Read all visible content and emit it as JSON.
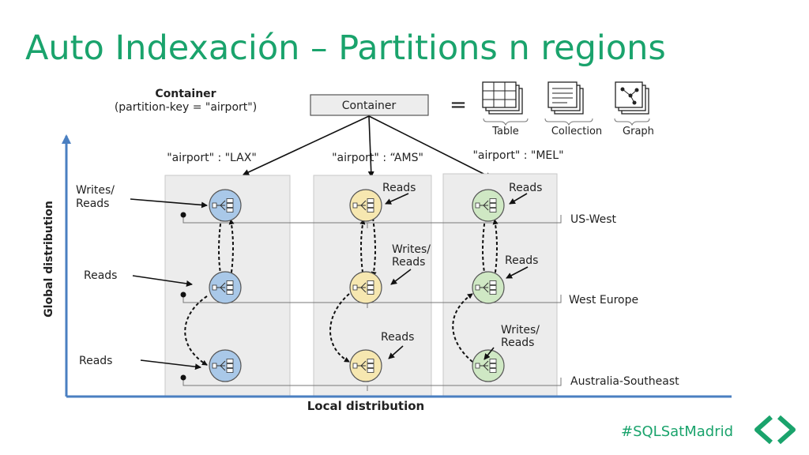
{
  "slide": {
    "title": "Auto Indexación – Partitions n regions",
    "hashtag": "#SQLSatMadrid",
    "accent_color": "#1aa36c"
  },
  "diagram": {
    "container_caption_line1": "Container",
    "container_caption_line2": "(partition-key = \"airport\")",
    "container_box_label": "Container",
    "equals_sign": "=",
    "models": [
      {
        "label": "Table",
        "icon": "table-icon"
      },
      {
        "label": "Collection",
        "icon": "collection-icon"
      },
      {
        "label": "Graph",
        "icon": "graph-icon"
      }
    ],
    "partitions": [
      {
        "key": "\"airport\" : \"LAX\"",
        "color": "#a9c8e8"
      },
      {
        "key": "\"airport\" : “AMS\"",
        "color": "#f6e7b0"
      },
      {
        "key": "\"airport\" : \"MEL\"",
        "color": "#cfe8c4"
      }
    ],
    "regions": [
      "US-West",
      "West Europe",
      "Australia-Southeast"
    ],
    "annotations": {
      "lax_us_west_line1": "Writes/",
      "lax_us_west_line2": "Reads",
      "lax_west_europe": "Reads",
      "lax_australia": "Reads",
      "ams_us_west": "Reads",
      "ams_west_europe_line1": "Writes/",
      "ams_west_europe_line2": "Reads",
      "ams_australia": "Reads",
      "mel_us_west": "Reads",
      "mel_west_europe": "Reads",
      "mel_australia_line1": "Writes/",
      "mel_australia_line2": "Reads"
    },
    "y_axis_label": "Global distribution",
    "x_axis_label": "Local distribution"
  }
}
